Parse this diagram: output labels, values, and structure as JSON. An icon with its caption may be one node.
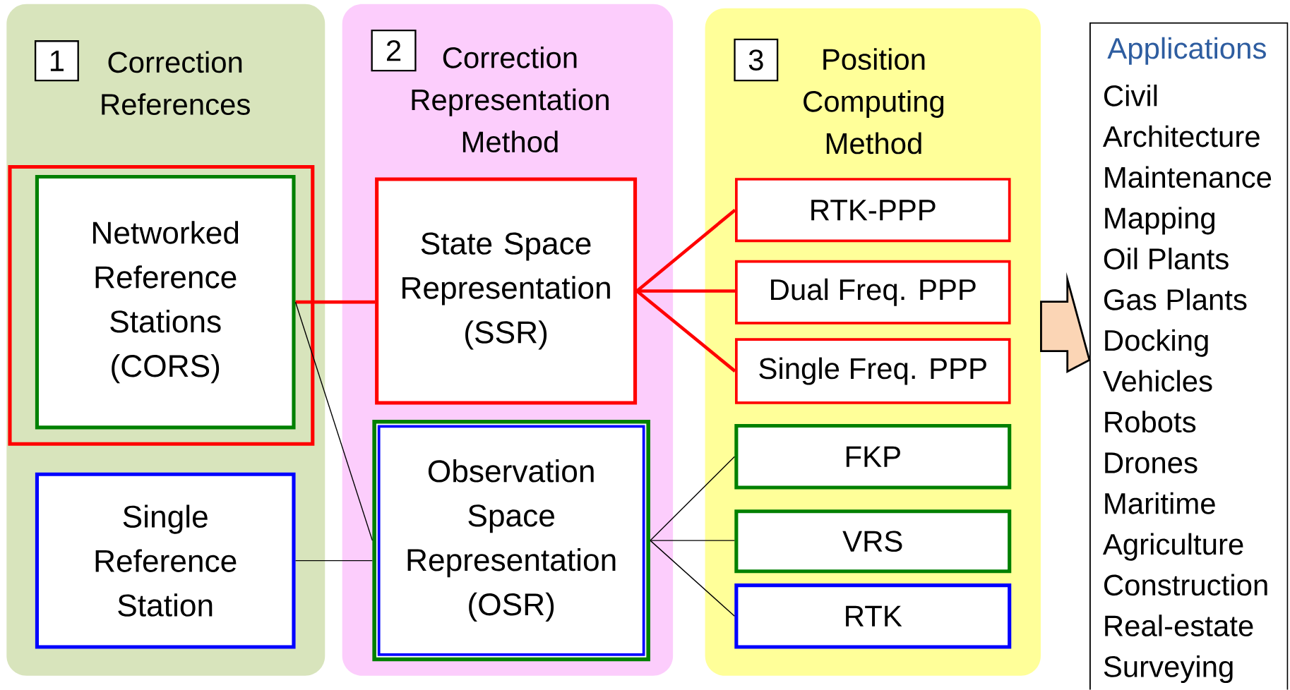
{
  "diagram": {
    "nodes": [
      {
        "text": [
          "Correction References"
        ]
      },
      {
        "text": [
          "1"
        ],
        "in": 0
      },
      {
        "text": [],
        "shape": "box",
        "in": 0
      },
      {
        "text": [
          "Networked Reference Stations (CORS)"
        ],
        "in": 2
      },
      {
        "text": [
          "Single Reference Station"
        ],
        "in": 0
      },
      {
        "text": [
          "Correction Representation Method"
        ]
      },
      {
        "text": [
          "2"
        ],
        "in": 5
      },
      {
        "text": [
          "State Space Representation (SSR)"
        ],
        "in": 5
      },
      {
        "text": [
          "Observation Space Representation (OSR)"
        ],
        "in": 5
      },
      {
        "text": [
          "Position Computing Method"
        ]
      },
      {
        "text": [
          "3"
        ],
        "in": 9
      },
      {
        "text": [
          "RTK-PPP"
        ],
        "in": 9
      },
      {
        "text": [
          "Dual Freq. PPP"
        ],
        "in": 9
      },
      {
        "text": [
          "Single Freq. PPP"
        ],
        "in": 9
      },
      {
        "text": [
          "FKP"
        ],
        "in": 9
      },
      {
        "text": [
          "VRS"
        ],
        "in": 9
      },
      {
        "text": [
          "RTK"
        ],
        "in": 9
      },
      {
        "text": [
          "Applications",
          "Civil",
          "Architecture",
          "Maintenance",
          "Mapping",
          "Oil Plants",
          "Gas Plants",
          "Docking",
          "Vehicles",
          "Robots",
          "Drones",
          "Maritime",
          "Agriculture",
          "Construction",
          "Real-estate",
          "Surveying"
        ]
      }
    ],
    "edges": [
      {
        "from": 3,
        "to": 7,
        "arrow": "none",
        "style": "thick",
        "color": "#ff0000"
      },
      {
        "from": 3,
        "to": 8,
        "arrow": "none"
      },
      {
        "from": 4,
        "to": 8,
        "arrow": "none"
      },
      {
        "from": 7,
        "to": 11,
        "arrow": "none",
        "style": "thick",
        "color": "#ff0000"
      },
      {
        "from": 7,
        "to": 12,
        "arrow": "none",
        "style": "thick",
        "color": "#ff0000"
      },
      {
        "from": 7,
        "to": 13,
        "arrow": "none",
        "style": "thick",
        "color": "#ff0000"
      },
      {
        "from": 8,
        "to": 14,
        "arrow": "none"
      },
      {
        "from": 8,
        "to": 15,
        "arrow": "none"
      },
      {
        "from": 8,
        "to": 16,
        "arrow": "none"
      },
      {
        "from": 9,
        "to": 17,
        "arrow": "to",
        "style": "thick",
        "color": "#fbd5b5"
      }
    ]
  }
}
